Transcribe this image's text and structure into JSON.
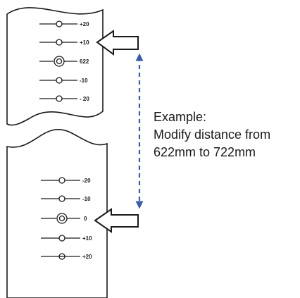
{
  "upper_scale": {
    "labels": [
      "+20",
      "+10",
      "622",
      "-10",
      "- 20"
    ],
    "indicator_label": "622"
  },
  "lower_scale": {
    "labels": [
      "-20",
      "-10",
      "0",
      "+10",
      "+20"
    ],
    "indicator_label": "0"
  },
  "example": {
    "heading": "Example:",
    "line1": "Modify distance from",
    "line2": "622mm to 722mm"
  },
  "colors": {
    "outline": "#1a1a1a",
    "dashed_arrow": "#3b5ba7"
  },
  "icons": {
    "pointer": "hollow-arrow-icon",
    "distance": "double-arrow-icon"
  }
}
